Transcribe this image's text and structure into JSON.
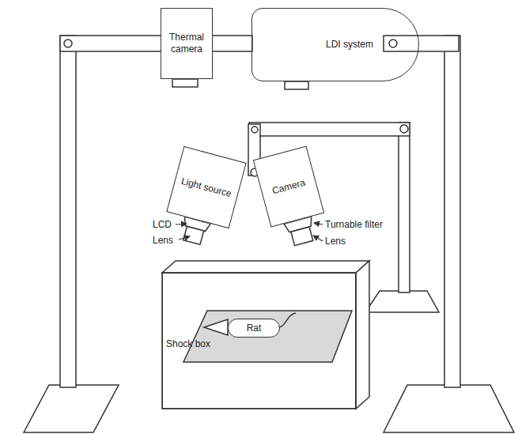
{
  "diagram": {
    "nodes": [
      {
        "text": [
          "Thermal camera"
        ]
      },
      {
        "text": [
          "LDI system"
        ]
      },
      {
        "text": [
          "Light source"
        ]
      },
      {
        "text": [
          "Camera"
        ]
      },
      {
        "text": [
          "Shock box"
        ]
      },
      {
        "text": [
          "Rat"
        ],
        "in": 4
      }
    ],
    "labels": [
      "LCD",
      "Lens",
      "Turnable filter",
      "Lens"
    ]
  }
}
